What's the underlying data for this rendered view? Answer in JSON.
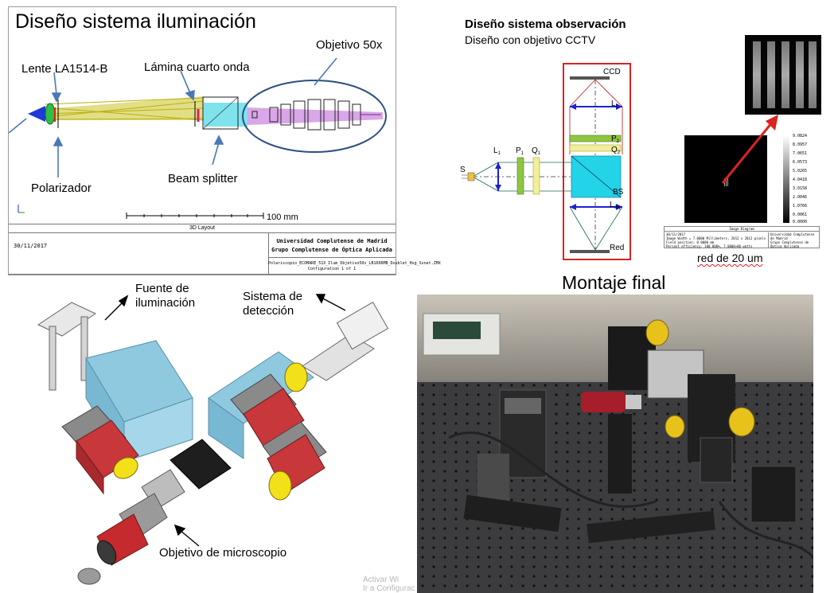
{
  "panel_illumination": {
    "title": "Diseño sistema iluminación",
    "labels": {
      "lens": "Lente LA1514-B",
      "quarter_wave": "Lámina cuarto onda",
      "objective": "Objetivo 50x",
      "polarizer": "Polarizador",
      "beam_splitter": "Beam splitter",
      "scale": "100 mm"
    },
    "footer": {
      "layout": "3D Layout",
      "date": "30/11/2017",
      "institution_line1": "Universidad Complutense de Madrid",
      "institution_line2": "Grupo Complutense de Óptica Aplicada",
      "file_line1": "Polariscopio_ECOMARE_51X_Ilum_Objetivo50x_LB1606MB_Doublet_Hsg_Ssnet.ZMX",
      "file_line2": "Configuration 1 of 1"
    },
    "colors": {
      "rays": "#c9c321",
      "arrow": "#4a78b8"
    }
  },
  "panel_observation": {
    "title": "Diseño sistema observación",
    "subtitle": "Diseño con objetivo CCTV",
    "labels": {
      "ccd": "CCD",
      "l2_main": "L",
      "l2_sub": "2",
      "p2_main": "P",
      "p2_sub": "2",
      "q2_main": "Q",
      "q2_sub": "2",
      "s": "S",
      "l1_main": "L",
      "l1_sub": "1",
      "p1_main": "P",
      "p1_sub": "1",
      "q1_main": "Q",
      "q1_sub": "1",
      "bs": "BS",
      "lobj_main": "L",
      "lobj_sub": "obj",
      "red": "Red"
    },
    "colorbar_ticks": [
      "9.0824",
      "8.0957",
      "7.0651",
      "6.0573",
      "5.0265",
      "4.0418",
      "3.0158",
      "2.0046",
      "1.0766",
      "0.0061",
      "0.0000"
    ],
    "image_diagram": {
      "header": "Image Diagram",
      "left_lines": [
        "30/11/2017",
        "Image Width = 7.0000 Millimeters, 2012 x 2012 pixels",
        "Field position:      0.0000 mm",
        "Percent efficiency: 100.000%, 7.0000+00 watts"
      ],
      "right_lines": [
        "Universidad Complutense de Madrid",
        "Grupo Complutense de Óptica Aplicada"
      ]
    },
    "caption": "red de 20 um",
    "colors": {
      "frame": "#d9241f",
      "cube": "#23d3e8",
      "lens": "#1f1fd6",
      "polarizer": "#8ec63f",
      "waveplate": "#f2ef9a"
    }
  },
  "panel_mechanical": {
    "labels": {
      "source_line1": "Fuente de",
      "source_line2": "iluminación",
      "detection_line1": "Sistema de",
      "detection_line2": "detección",
      "objective": "Objetivo de microscopio"
    },
    "watermark_line1": "Activar Wi",
    "watermark_line2": "Ir a Configurac",
    "colors": {
      "motor": "#c8373a",
      "glass": "#8fc9e0",
      "knob": "#f2e018"
    }
  },
  "panel_final": {
    "title": "Montaje final"
  }
}
